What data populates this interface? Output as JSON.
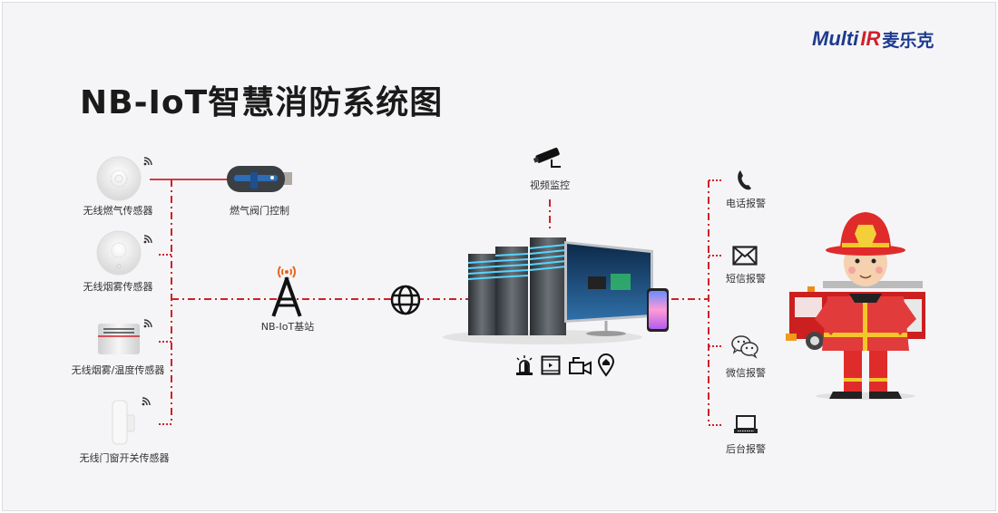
{
  "title": "NB-IoT智慧消防系统图",
  "logo": {
    "latin": "Multi",
    "mark": "IR",
    "chinese": "麦乐克"
  },
  "sensors": [
    {
      "label": "无线燃气传感器",
      "icon": "gas-sensor-icon"
    },
    {
      "label": "无线烟雾传感器",
      "icon": "smoke-sensor-icon"
    },
    {
      "label": "无线烟雾/温度传感器",
      "icon": "smoke-temp-sensor-icon"
    },
    {
      "label": "无线门窗开关传感器",
      "icon": "door-window-sensor-icon"
    }
  ],
  "valve": {
    "label": "燃气阀门控制",
    "icon": "gas-valve-icon"
  },
  "base_station": {
    "label": "NB-IoT基站",
    "icon": "antenna-tower-icon"
  },
  "internet": {
    "icon": "globe-icon"
  },
  "video": {
    "label": "视频监控",
    "icon": "cctv-camera-icon"
  },
  "platform": {
    "icon": "server-monitor-icon",
    "feature_icons": [
      "alarm-siren-icon",
      "video-film-icon",
      "video-camera-icon",
      "location-pin-icon"
    ]
  },
  "alerts": [
    {
      "label": "电话报警",
      "icon": "phone-icon"
    },
    {
      "label": "短信报警",
      "icon": "envelope-icon"
    },
    {
      "label": "微信报警",
      "icon": "wechat-icon"
    },
    {
      "label": "后台报警",
      "icon": "laptop-icon"
    }
  ],
  "colors": {
    "line": "#d0202a",
    "brand_blue": "#1e3a8f",
    "antenna_orange": "#e8641e"
  }
}
